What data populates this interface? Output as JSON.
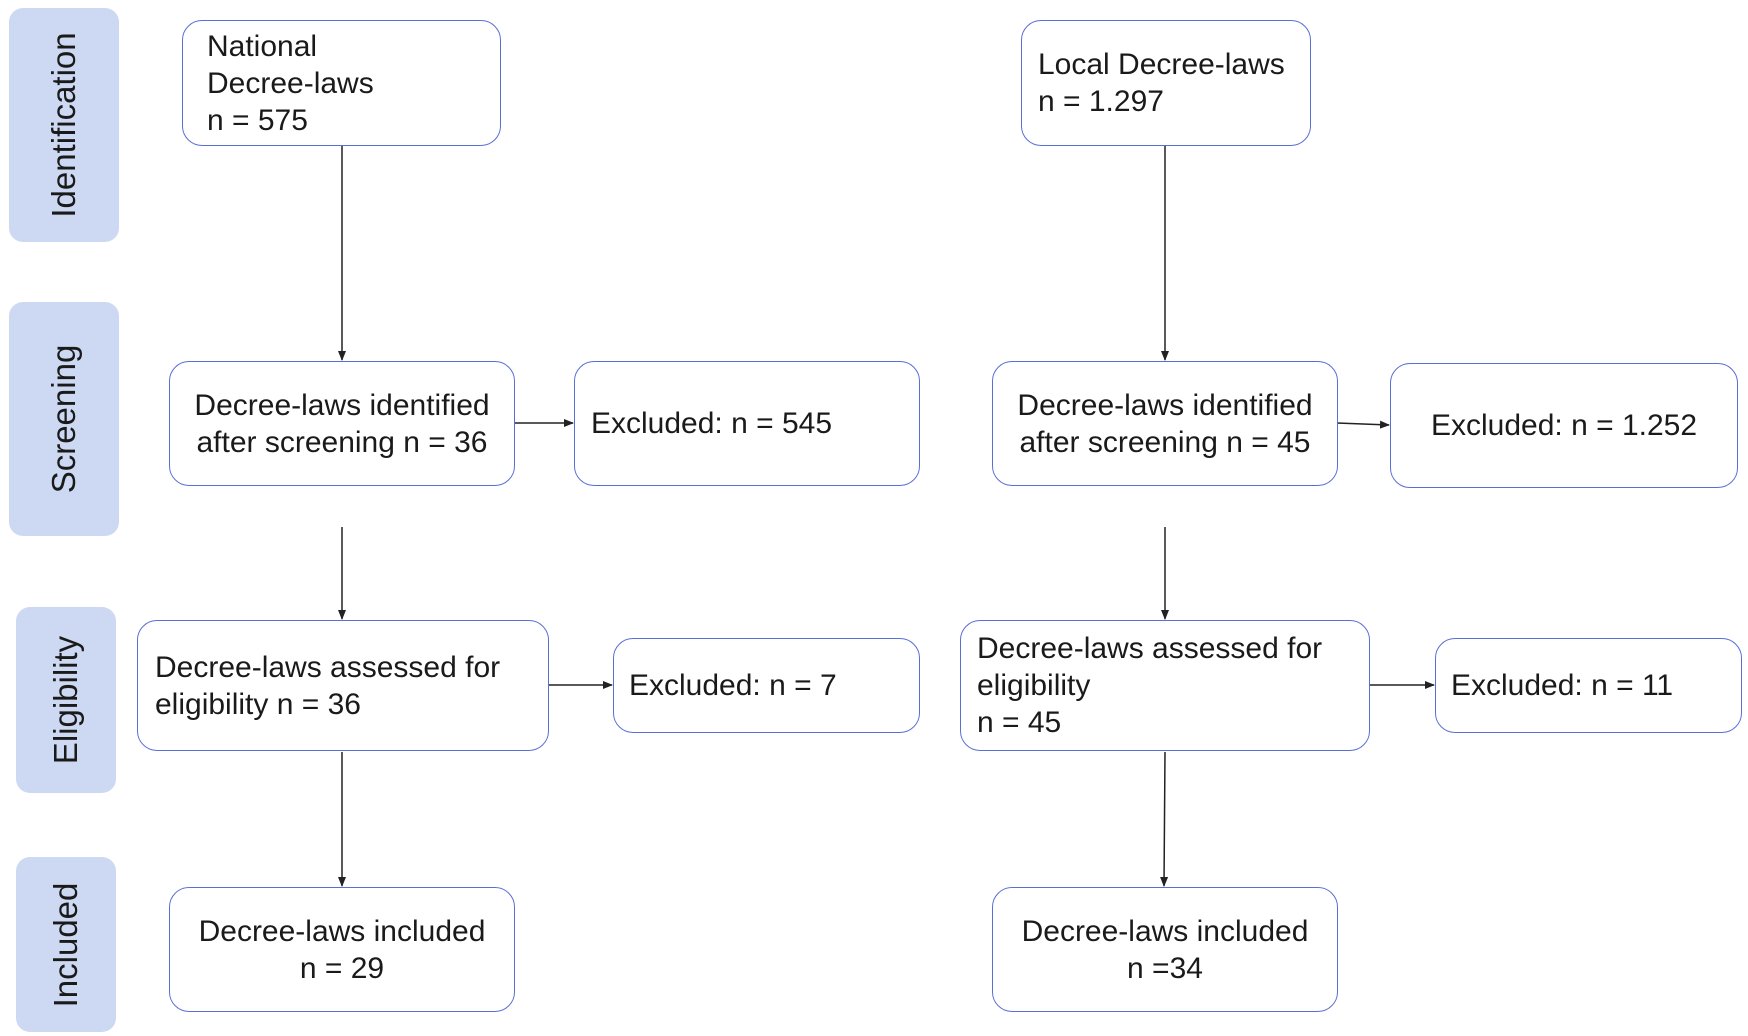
{
  "stages": {
    "identification": "Identification",
    "screening": "Screening",
    "eligibility": "Eligibility",
    "included": "Included"
  },
  "national": {
    "identified": "National\nDecree-laws\n n = 575",
    "screened": "Decree-laws identified\nafter screening n = 36",
    "excluded_screening": "Excluded: n = 545",
    "assessed": "Decree-laws assessed for\neligibility n = 36",
    "excluded_eligibility": "Excluded: n = 7",
    "included": "Decree-laws included\nn = 29"
  },
  "local": {
    "identified": "Local Decree-laws\n n = 1.297",
    "screened": "Decree-laws identified\nafter screening n = 45",
    "excluded_screening": "Excluded: n = 1.252",
    "assessed": "Decree-laws assessed for\neligibility\nn = 45",
    "excluded_eligibility": "Excluded: n = 11",
    "included": "Decree-laws included\nn =34"
  },
  "colors": {
    "stage_fill": "#cdd9f2",
    "box_border": "#5a6fd6",
    "arrow": "#222222"
  }
}
